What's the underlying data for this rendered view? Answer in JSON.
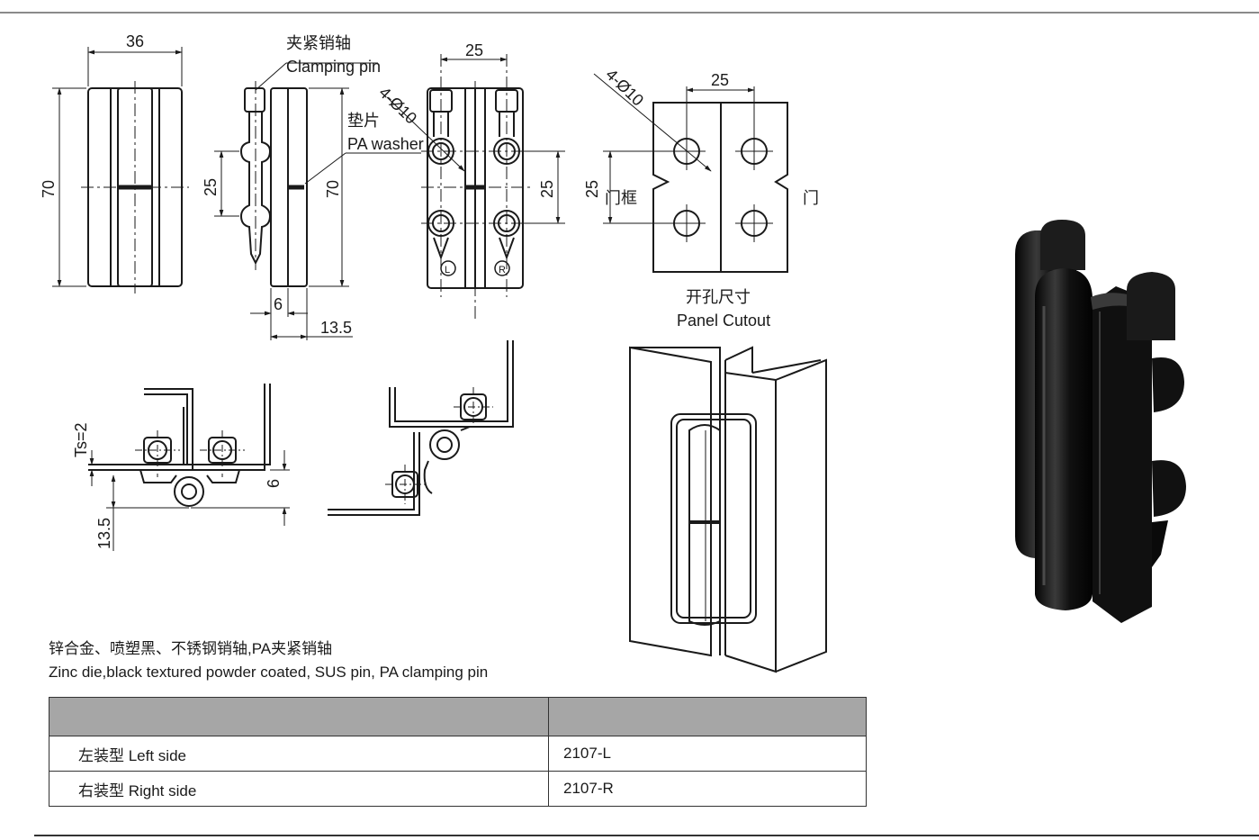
{
  "labels": {
    "clamping_pin_cn": "夹紧销轴",
    "clamping_pin_en": "Clamping pin",
    "washer_cn": "垫片",
    "washer_en": "PA washer",
    "hole_spec_1": "4-Ø10",
    "hole_spec_2": "4-Ø10",
    "door_frame_cn": "门框",
    "door_cn": "门",
    "cutout_cn": "开孔尺寸",
    "cutout_en": "Panel Cutout",
    "ts": "Ts=2",
    "mark_left": "L",
    "mark_right": "R"
  },
  "dimensions": {
    "width_36": "36",
    "height_70_front": "70",
    "pin_25": "25",
    "height_70_side": "70",
    "offset_6_side": "6",
    "depth_13_5_side": "13.5",
    "top_25_back": "25",
    "holes_25_back": "25",
    "cutout_width_25": "25",
    "cutout_height_25": "25",
    "section_6": "6",
    "section_13_5": "13.5"
  },
  "material": {
    "cn": "锌合金、喷塑黑、不锈钢销轴,PA夹紧销轴",
    "en": "Zinc die,black textured powder coated, SUS pin, PA clamping pin"
  },
  "table": {
    "header": [
      "",
      ""
    ],
    "rows": [
      {
        "label": "左装型 Left side",
        "code": "2107-L"
      },
      {
        "label": "右装型 Right side",
        "code": "2107-R"
      }
    ]
  },
  "colors": {
    "line": "#1a1a1a",
    "header_fill": "#a6a6a6",
    "hinge_black": "#141414"
  }
}
